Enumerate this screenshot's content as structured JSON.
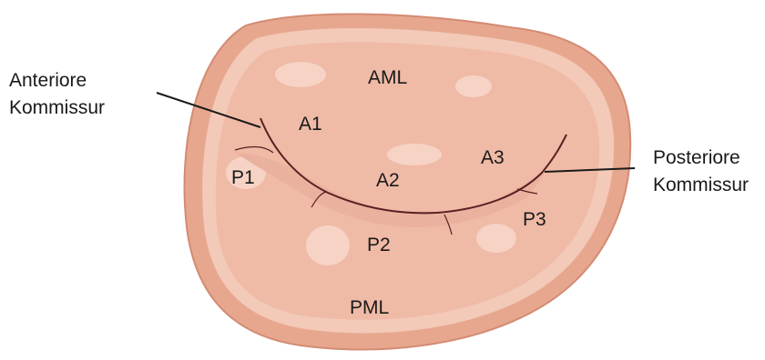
{
  "colors": {
    "rim_outer": "#e7a78f",
    "rim_stroke": "#d48b73",
    "annulus": "#f3c9b7",
    "leaflet": "#eab29e",
    "inner_fill": "#efbaa6",
    "highlight": "#f7dacd",
    "coaptation_line": "#5a1f22",
    "pointer_line": "#1a1a1a"
  },
  "labels": {
    "anterior_commissure": [
      "Anteriore",
      "Kommissur"
    ],
    "posterior_commissure": [
      "Posteriore",
      "Kommissur"
    ],
    "aml": "AML",
    "pml": "PML",
    "a1": "A1",
    "a2": "A2",
    "a3": "A3",
    "p1": "P1",
    "p2": "P2",
    "p3": "P3"
  }
}
